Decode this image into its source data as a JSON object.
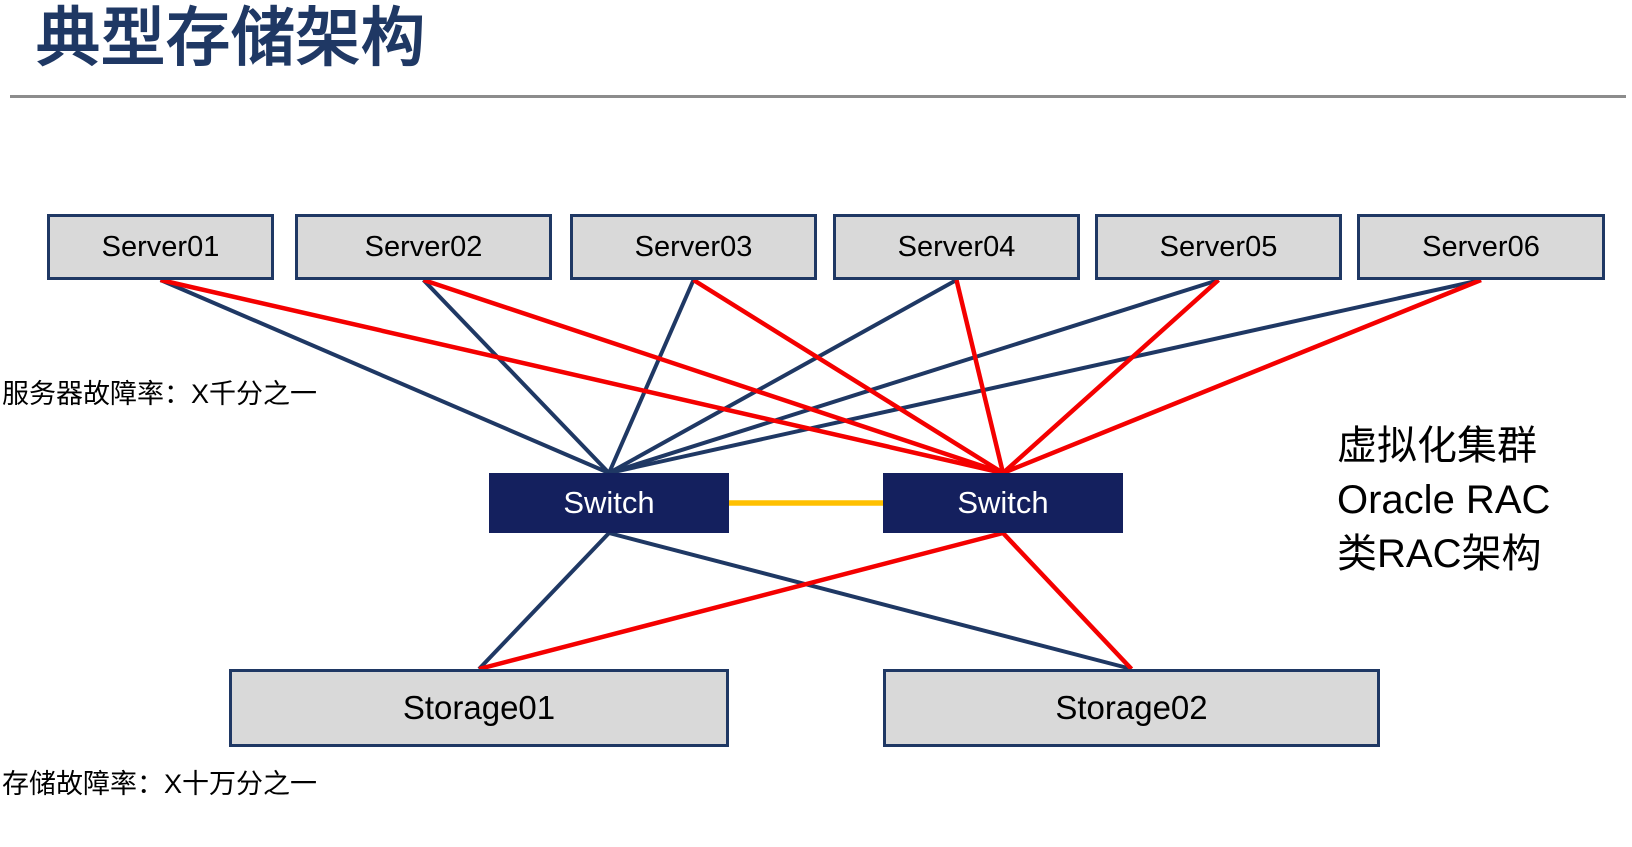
{
  "title": "典型存储架构",
  "labels": {
    "server_failure_rate": "服务器故障率：X千分之一",
    "storage_failure_rate": "存储故障率：X十万分之一"
  },
  "annotation": {
    "line1": "虚拟化集群",
    "line2": "Oracle RAC",
    "line3": "类RAC架构"
  },
  "nodes": {
    "servers": [
      {
        "id": "server1",
        "label": "Server01"
      },
      {
        "id": "server2",
        "label": "Server02"
      },
      {
        "id": "server3",
        "label": "Server03"
      },
      {
        "id": "server4",
        "label": "Server04"
      },
      {
        "id": "server5",
        "label": "Server05"
      },
      {
        "id": "server6",
        "label": "Server06"
      }
    ],
    "switches": [
      {
        "id": "switch1",
        "label": "Switch"
      },
      {
        "id": "switch2",
        "label": "Switch"
      }
    ],
    "storages": [
      {
        "id": "storage1",
        "label": "Storage01"
      },
      {
        "id": "storage2",
        "label": "Storage02"
      }
    ]
  },
  "edges": [
    {
      "from": "server1",
      "to": "switch1",
      "color": "navy"
    },
    {
      "from": "server2",
      "to": "switch1",
      "color": "navy"
    },
    {
      "from": "server3",
      "to": "switch1",
      "color": "navy"
    },
    {
      "from": "server4",
      "to": "switch1",
      "color": "navy"
    },
    {
      "from": "server5",
      "to": "switch1",
      "color": "navy"
    },
    {
      "from": "server6",
      "to": "switch1",
      "color": "navy"
    },
    {
      "from": "switch1",
      "to": "storage1",
      "color": "navy"
    },
    {
      "from": "switch1",
      "to": "storage2",
      "color": "navy"
    },
    {
      "from": "server1",
      "to": "switch2",
      "color": "red"
    },
    {
      "from": "server2",
      "to": "switch2",
      "color": "red"
    },
    {
      "from": "server3",
      "to": "switch2",
      "color": "red"
    },
    {
      "from": "server4",
      "to": "switch2",
      "color": "red"
    },
    {
      "from": "server5",
      "to": "switch2",
      "color": "red"
    },
    {
      "from": "server6",
      "to": "switch2",
      "color": "red"
    },
    {
      "from": "switch2",
      "to": "storage1",
      "color": "red"
    },
    {
      "from": "switch2",
      "to": "storage2",
      "color": "red"
    },
    {
      "from": "switch1",
      "to": "switch2",
      "color": "gold",
      "type": "side"
    }
  ],
  "colors": {
    "title": "#1F3864",
    "divider": "#8C8C8C",
    "box_fill": "#D9D9D9",
    "box_border": "#1F3864",
    "switch_fill": "#14205E",
    "switch_text": "#FFFFFF",
    "edge_navy": "#1F3864",
    "edge_red": "#F40000",
    "edge_gold": "#FFC000"
  }
}
